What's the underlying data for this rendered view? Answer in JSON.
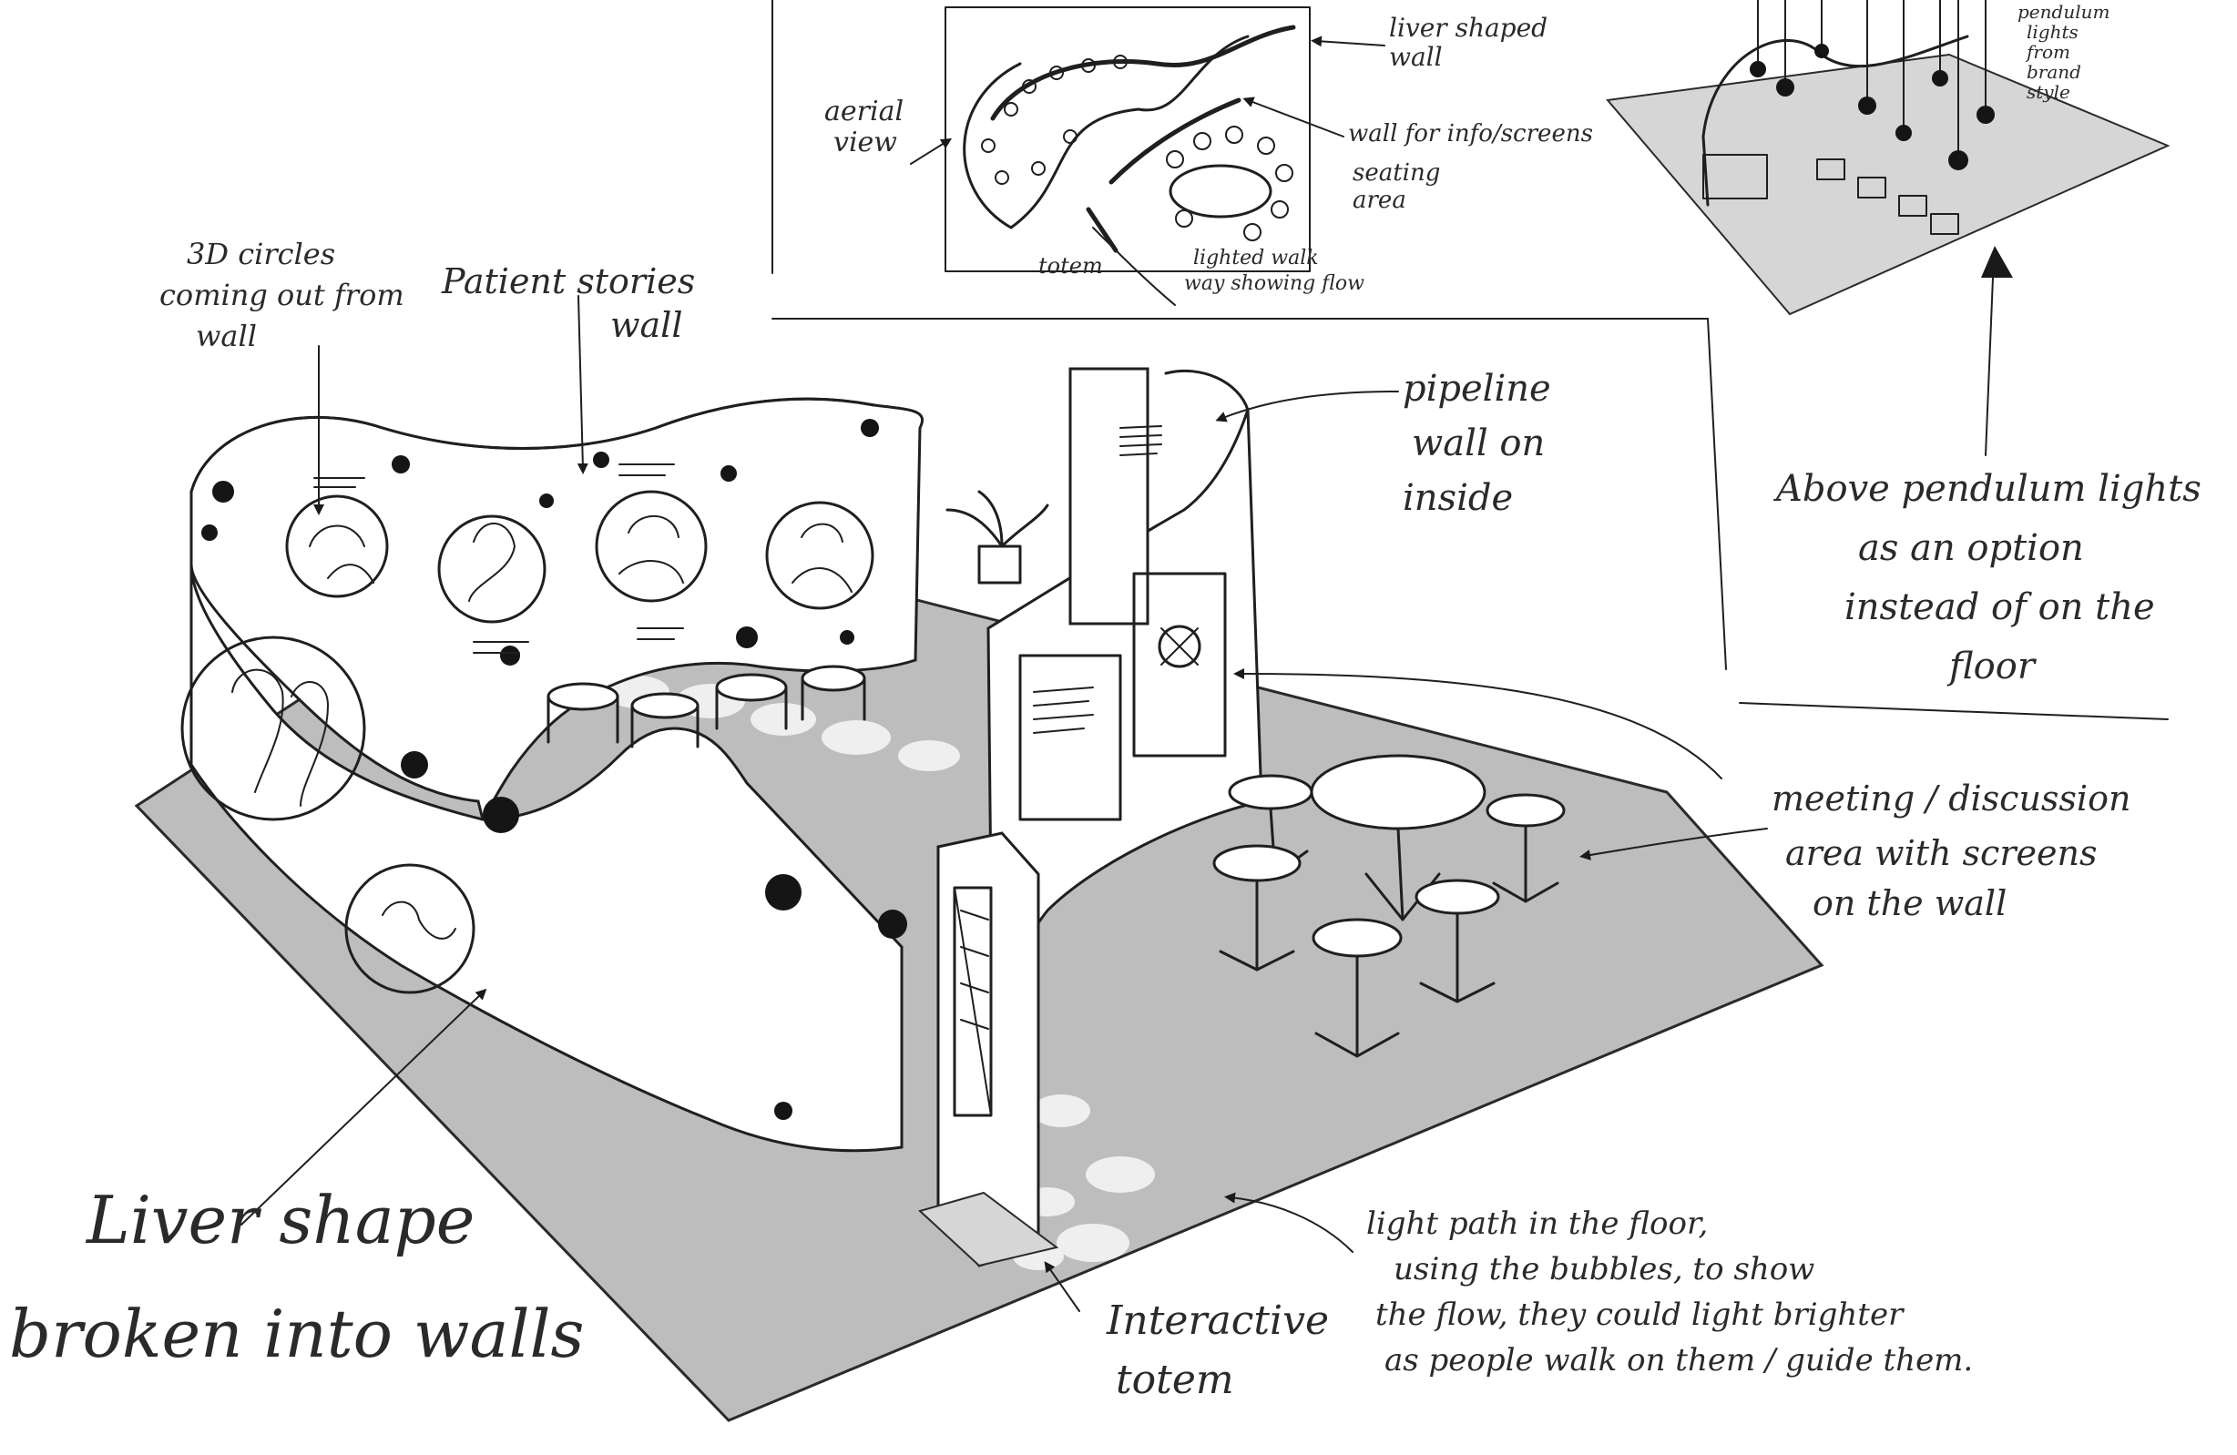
{
  "labels": {
    "circles_3d": [
      "3D circles",
      "coming out from",
      "wall"
    ],
    "patient_stories": [
      "Patient stories",
      "wall"
    ],
    "pipeline": [
      "pipeline",
      "wall on",
      "inside"
    ],
    "pendulum": [
      "Above pendulum lights",
      "as an option",
      "instead of on the",
      "floor"
    ],
    "meeting": [
      "meeting / discussion",
      "area with screens",
      "on the wall"
    ],
    "liver_shape": [
      "Liver shape",
      "broken into walls"
    ],
    "interactive_totem": [
      "Interactive",
      "totem"
    ],
    "light_path": [
      "light path in the floor,",
      "using the bubbles, to show",
      "the flow, they could light brighter",
      "as people walk on them / guide them."
    ]
  },
  "aerial": {
    "aerial_view": [
      "aerial",
      "view"
    ],
    "liver_wall": [
      "liver shaped",
      "wall"
    ],
    "info_screens": "wall for info/screens",
    "seating": [
      "seating",
      "area"
    ],
    "totem": "totem",
    "walkway": [
      "lighted walk",
      "way showing flow"
    ]
  },
  "corner": {
    "lights_note": [
      "pendulum",
      "lights",
      "from",
      "brand",
      "style"
    ]
  }
}
